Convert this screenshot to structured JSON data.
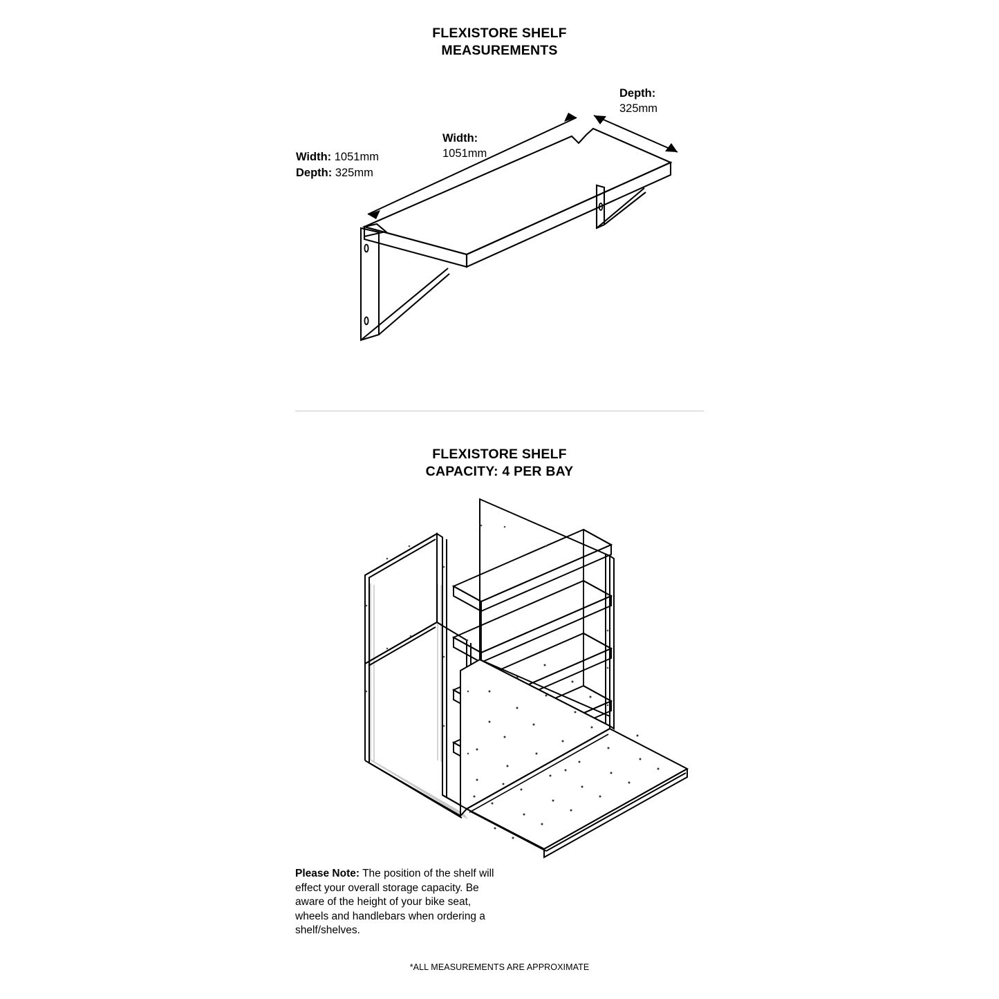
{
  "sheet": {
    "section_measurements": {
      "title_line1": "FLEXISTORE SHELF",
      "title_line2": "MEASUREMENTS",
      "dimension_summary": {
        "width_key": "Width:",
        "width_value": " 1051mm",
        "depth_key": "Depth:",
        "depth_value": " 325mm"
      },
      "callouts": [
        {
          "name": "width-callout",
          "key": "Width:",
          "value": "1051mm"
        },
        {
          "name": "depth-callout",
          "key": "Depth:",
          "value": "325mm"
        }
      ],
      "drawing": {
        "icon": "isometric-wall-shelf-with-brackets",
        "bracket_count": 2,
        "mounting_holes_per_bracket": 2
      }
    },
    "section_capacity": {
      "title_line1": "FLEXISTORE SHELF",
      "title_line2": "CAPACITY: 4 PER BAY",
      "shelf_count": 4,
      "drawing": {
        "icon": "isometric-storage-bay-with-four-shelves-and-ramp"
      }
    },
    "note": {
      "lead": "Please Note:",
      "body": " The position of the shelf will effect your overall storage capacity. Be aware of the height of your bike seat, wheels and handlebars when ordering a shelf/shelves."
    },
    "footer": "*ALL MEASUREMENTS ARE APPROXIMATE",
    "colors": {
      "ink": "#000000",
      "hidden_line": "#c9c9c9",
      "divider": "#c9c9c9",
      "paper": "#ffffff"
    }
  }
}
